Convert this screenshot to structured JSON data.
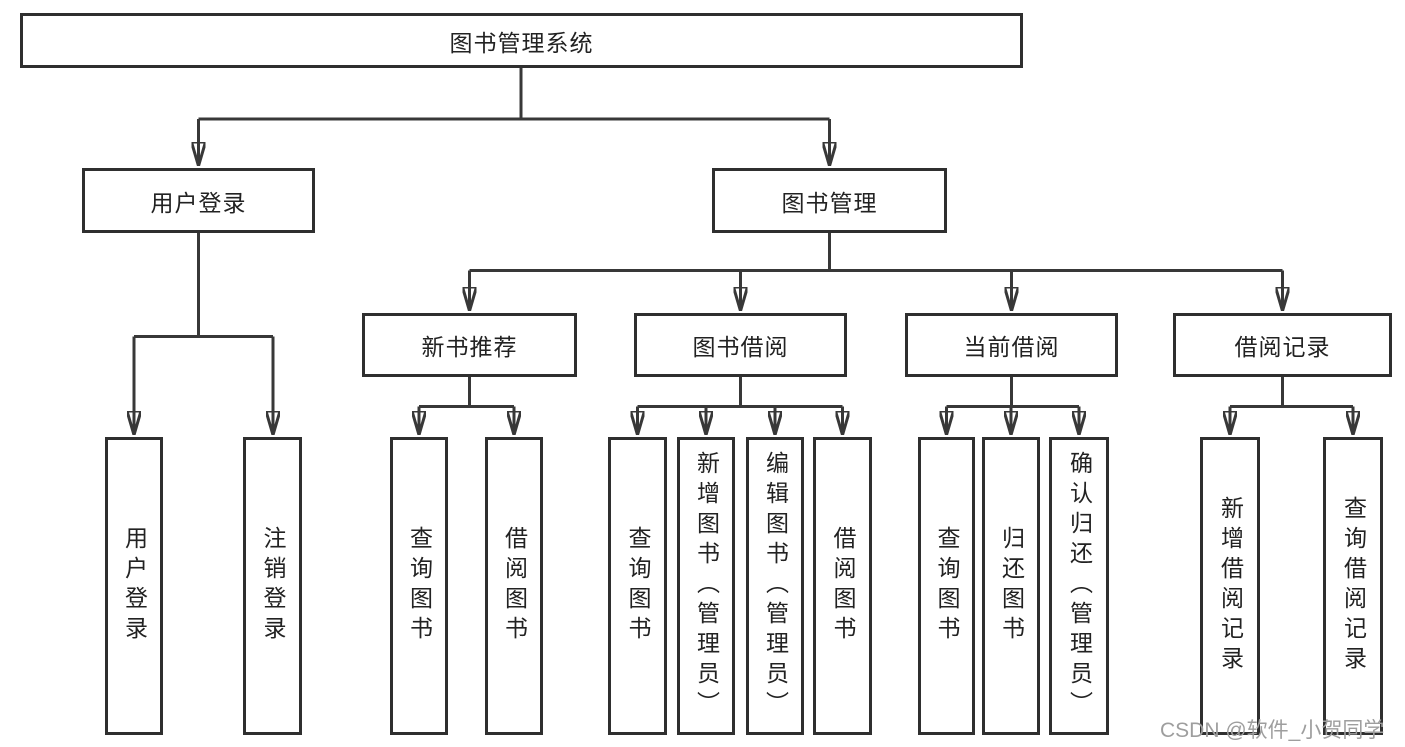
{
  "style": {
    "background": "#ffffff",
    "line_color": "#383838",
    "border_color": "#2f2f2f",
    "text_color": "#222222",
    "watermark_color": "#9e9e9e"
  },
  "tree": {
    "root": {
      "label": "图书管理系统"
    },
    "level2": [
      {
        "label": "用户登录"
      },
      {
        "label": "图书管理"
      }
    ],
    "level3": [
      {
        "label": "新书推荐"
      },
      {
        "label": "图书借阅"
      },
      {
        "label": "当前借阅"
      },
      {
        "label": "借阅记录"
      }
    ],
    "leaves": {
      "user_login": [
        "用户登录",
        "注销登录"
      ],
      "new_book": [
        "查询图书",
        "借阅图书"
      ],
      "book_borrow": [
        "查询图书",
        "新增图书（管理员）",
        "编辑图书（管理员）",
        "借阅图书"
      ],
      "current_borrow": [
        "查询图书",
        "归还图书",
        "确认归还（管理员）"
      ],
      "borrow_record": [
        "新增借阅记录",
        "查询借阅记录"
      ]
    }
  },
  "watermark": "CSDN @软件_小贺同学"
}
